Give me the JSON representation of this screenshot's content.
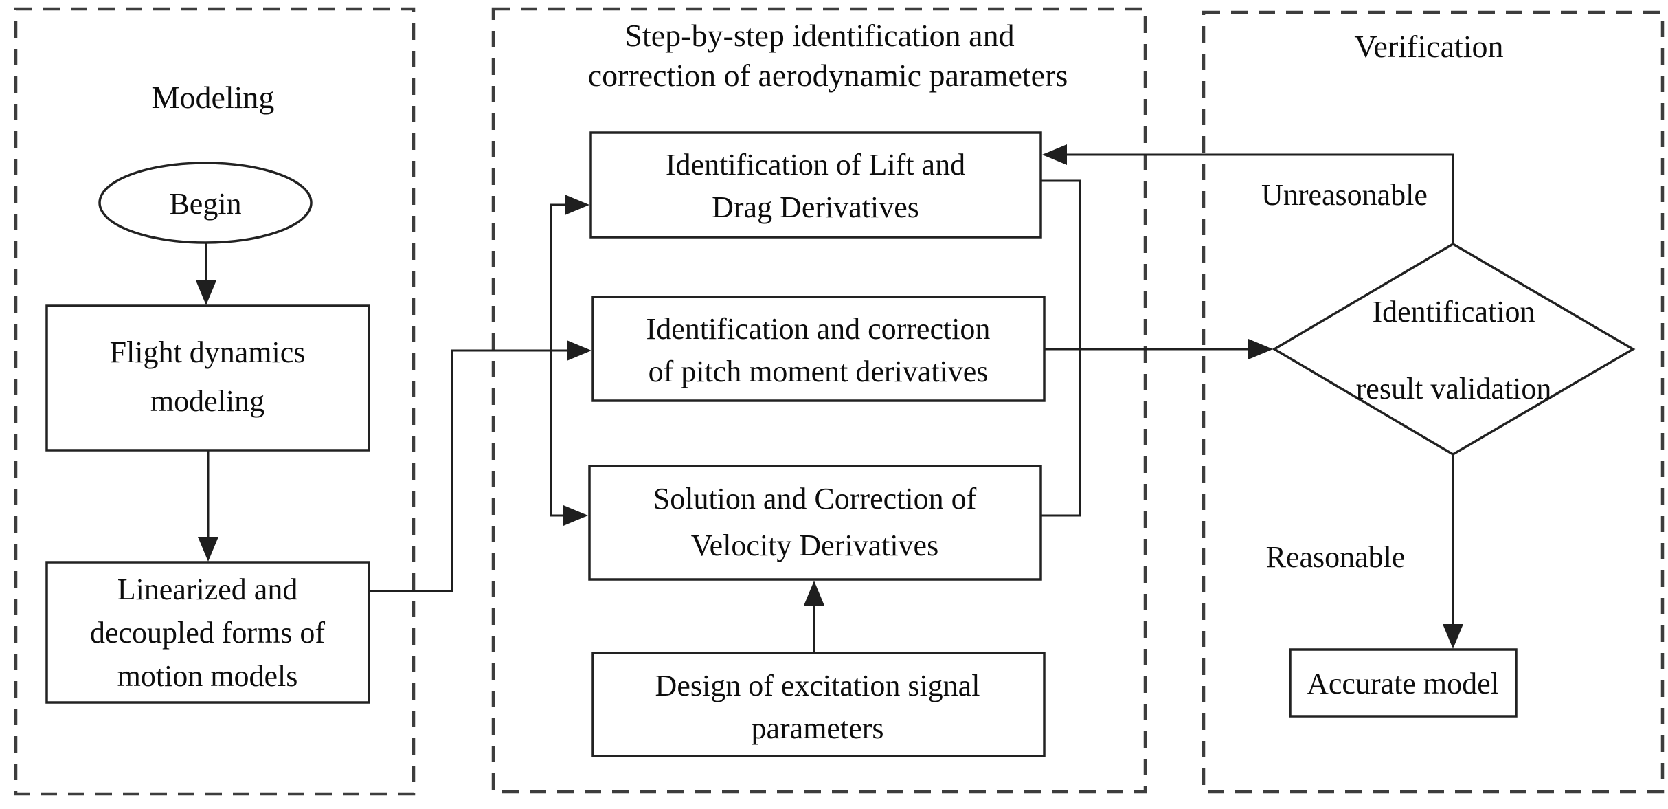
{
  "figure": {
    "type": "flowchart",
    "description": "Aircraft aerodynamic parameter identification workflow diagram"
  },
  "panels": {
    "modeling": {
      "title": "Modeling"
    },
    "identification": {
      "title_line1": "Step-by-step identification and",
      "title_line2": "correction of aerodynamic parameters"
    },
    "verification": {
      "title": "Verification"
    }
  },
  "nodes": {
    "begin": {
      "label": "Begin",
      "shape": "ellipse"
    },
    "flight_dynamics": {
      "line1": "Flight dynamics",
      "line2": "modeling",
      "shape": "rect"
    },
    "linearized": {
      "line1": "Linearized and",
      "line2": "decoupled forms of",
      "line3": "motion models",
      "shape": "rect"
    },
    "lift_drag": {
      "line1": "Identification of Lift and",
      "line2": "Drag Derivatives",
      "shape": "rect"
    },
    "pitch_moment": {
      "line1": "Identification and correction",
      "line2": "of pitch moment derivatives",
      "shape": "rect"
    },
    "velocity": {
      "line1": "Solution and Correction of",
      "line2": "Velocity Derivatives",
      "shape": "rect"
    },
    "excitation": {
      "line1": "Design of excitation signal",
      "line2": "parameters",
      "shape": "rect"
    },
    "validation": {
      "line1": "Identification",
      "line2": "result validation",
      "shape": "diamond"
    },
    "accurate_model": {
      "label": "Accurate model",
      "shape": "rect"
    }
  },
  "edge_labels": {
    "unreasonable": "Unreasonable",
    "reasonable": "Reasonable"
  },
  "colors": {
    "background": "#ffffff",
    "line": "#1f1f1f",
    "box_border": "#222222",
    "dashed_border": "#3d3d3d",
    "text": "#0d0d0d"
  }
}
